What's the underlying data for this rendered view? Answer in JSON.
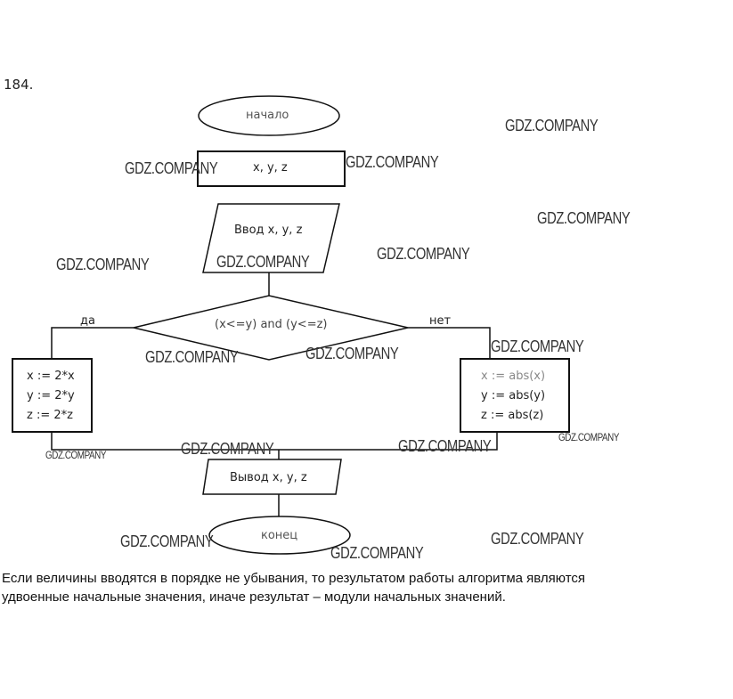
{
  "problem_number": "184.",
  "flowchart": {
    "start": "начало",
    "vars": "x, y, z",
    "input": "Ввод x, y, z",
    "condition": "(x<=y) and (y<=z)",
    "yes_label": "да",
    "no_label": "нет",
    "yes_branch": [
      "x := 2*x",
      "y := 2*y",
      "z := 2*z"
    ],
    "no_branch": [
      "x := abs(x)",
      "y := abs(y)",
      "z := abs(z)"
    ],
    "output": "Вывод x, y, z",
    "end": "конец"
  },
  "explanation": [
    "Если величины вводятся в порядке не убывания, то результатом работы алгоритма являются",
    "удвоенные начальные значения, иначе результат – модули начальных значений."
  ],
  "watermark": "GDZ.COMPANY"
}
